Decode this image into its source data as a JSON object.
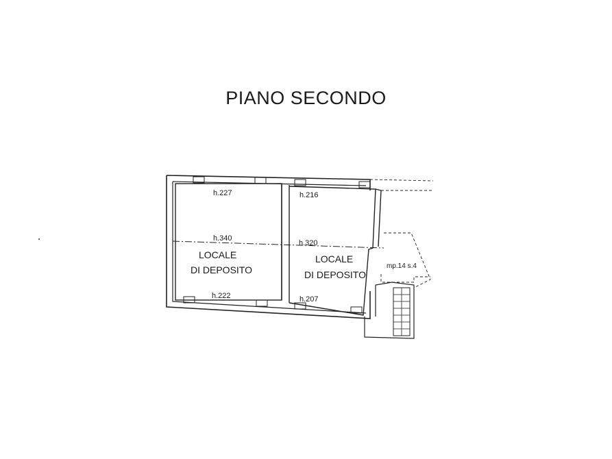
{
  "title": "PIANO SECONDO",
  "rooms": [
    {
      "name_line1": "LOCALE",
      "name_line2": "DI DEPOSITO"
    },
    {
      "name_line1": "LOCALE",
      "name_line2": "DI DEPOSITO"
    }
  ],
  "heights": {
    "room1_top": "h.227",
    "room1_mid": "h.340",
    "room1_bottom": "h.222",
    "room2_top": "h.216",
    "room2_mid": "h.320",
    "room2_bottom": "h.207"
  },
  "stair_label": "mp.14 s.4"
}
